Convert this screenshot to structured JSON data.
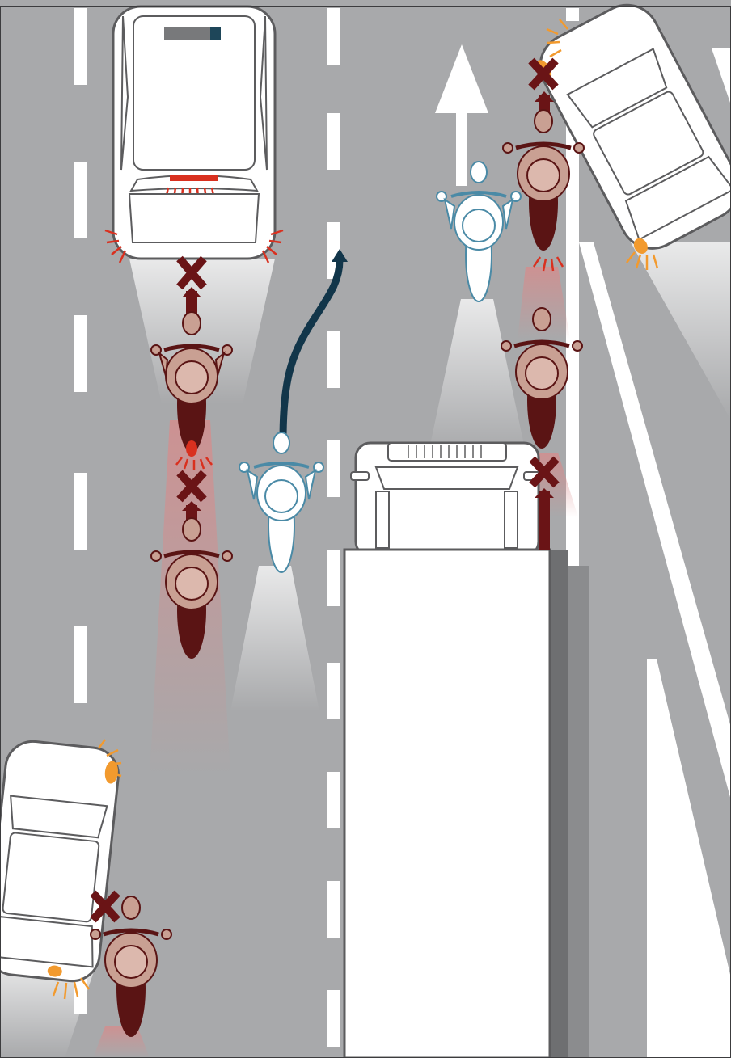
{
  "diagram": {
    "kind": "motorcycle lane-filtering road illustration",
    "text_labels": []
  },
  "colors": {
    "road": "#a8a9ab",
    "lane_marking": "#ffffff",
    "vehicle_body": "#ffffff",
    "vehicle_outline": "#5c5c5e",
    "unsafe_rider": "#c9a093",
    "unsafe_motorcycle": "#5a1414",
    "unsafe_marker": "#6a1416",
    "brake_light": "#d9301f",
    "indicator_light": "#f29a2e",
    "safe_rider": "#ffffff",
    "safe_outline": "#4a8aa6",
    "safe_path_arrow": "#12364a",
    "truck_side_shadow": "#6e6f71"
  },
  "legend": {
    "unsafe_positions_marker": "x-mark",
    "safe_rider_path": "curved-arrow"
  }
}
